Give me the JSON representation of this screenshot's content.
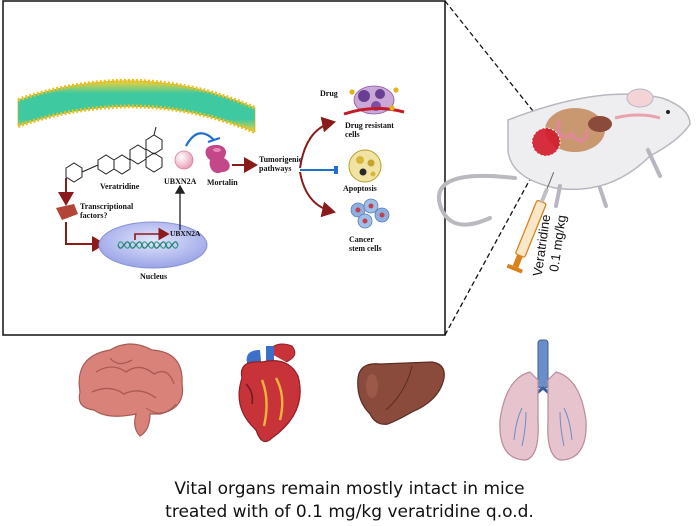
{
  "mechanism": {
    "compound": "Veratridine",
    "transcription": "Transcriptional factors?",
    "nucleus": "Nucleus",
    "gene": "UBXN2A",
    "protein": "UBXN2A",
    "target": "Mortalin",
    "pathway": "Tumorigenic pathways",
    "drug": "Drug",
    "outcomes": [
      "Drug resistant cells",
      "Apoptosis",
      "Cancer stem cells"
    ]
  },
  "injection": {
    "drug": "Veratridine",
    "dose": "0.1 mg/kg"
  },
  "organs": [
    "brain-icon",
    "heart-icon",
    "liver-icon",
    "lungs-icon"
  ],
  "caption": {
    "line1": "Vital organs remain mostly intact in mice",
    "line2": "treated with of 0.1 mg/kg veratridine q.o.d."
  },
  "colors": {
    "arrow": "#8b1a1a",
    "inhibit": "#1f6fd1",
    "membrane_head": "#f2d23a",
    "membrane_tail": "#3ec9a0",
    "liver": "#8a4a3c",
    "lungs": "#e7c3cd"
  }
}
